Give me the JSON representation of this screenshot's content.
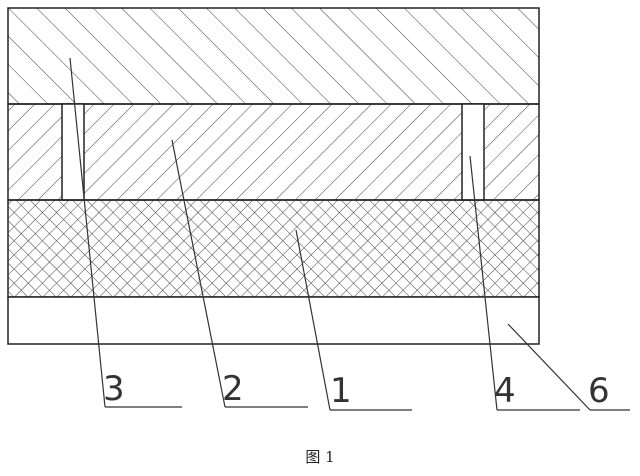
{
  "diagram": {
    "reference_numerals": [
      "3",
      "2",
      "1",
      "4",
      "6"
    ],
    "caption": "图 1"
  }
}
